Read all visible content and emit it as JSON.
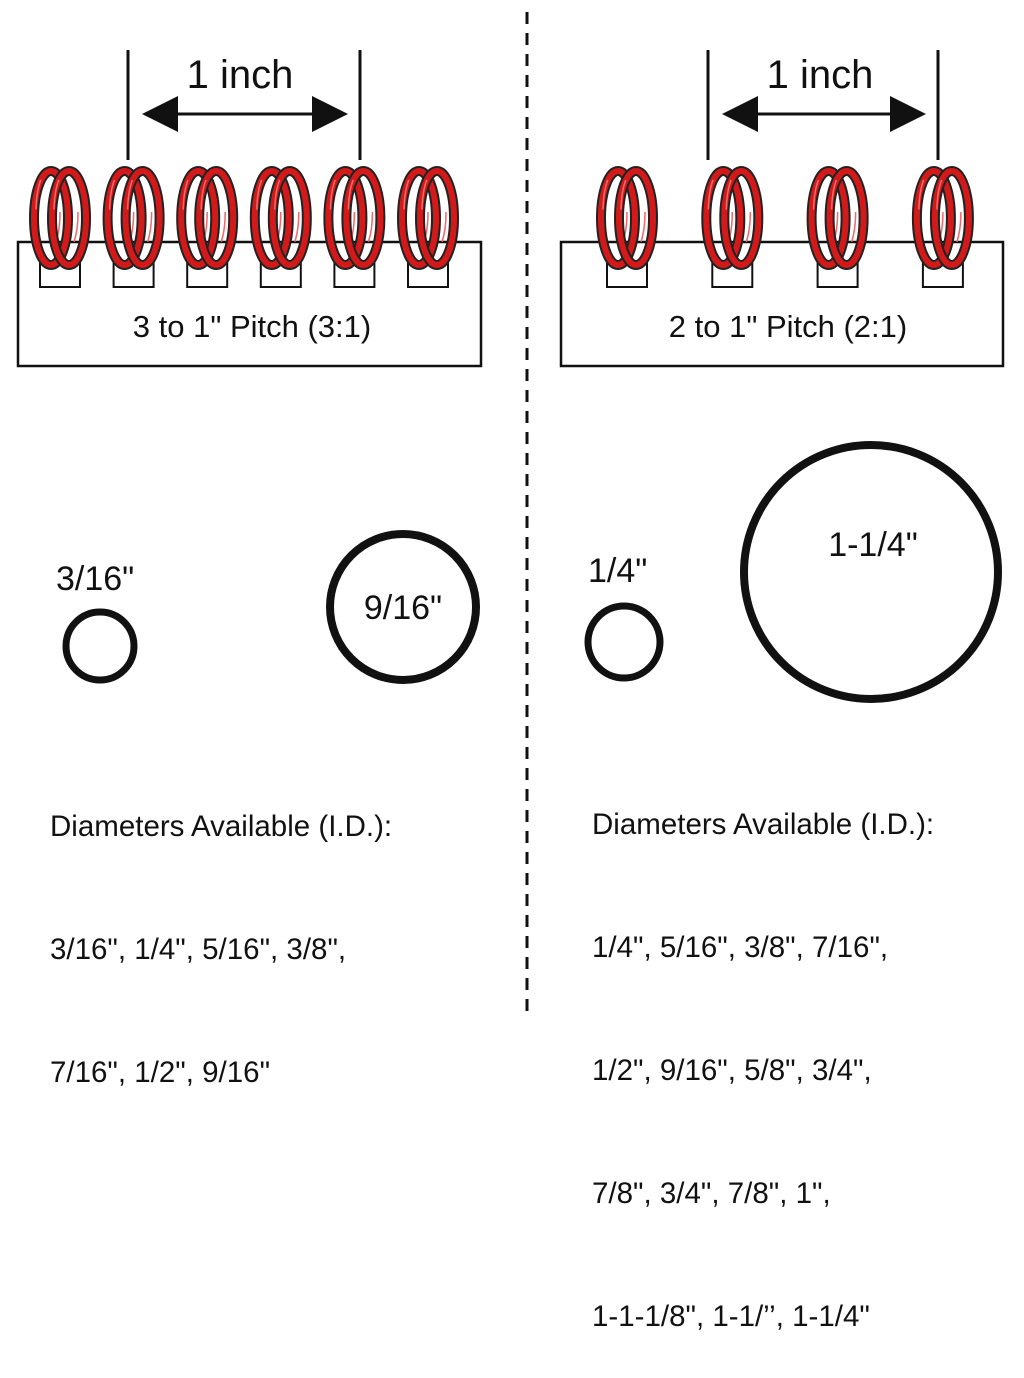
{
  "colors": {
    "coil": "#d21a1a",
    "ink": "#111111"
  },
  "left": {
    "dimension_label": "1 inch",
    "pitch_label": "3 to 1\" Pitch (3:1)",
    "coil_count": 6,
    "small_ring_label": "3/16\"",
    "large_ring_label": "9/16\"",
    "diameters_heading": "Diameters Available (I.D.):",
    "diameters_lines": [
      "3/16\", 1/4\", 5/16\", 3/8\",",
      "7/16\", 1/2\", 9/16\""
    ]
  },
  "right": {
    "dimension_label": "1 inch",
    "pitch_label": "2 to 1\" Pitch (2:1)",
    "coil_count": 4,
    "small_ring_label": "1/4\"",
    "large_ring_label": "1-1/4\"",
    "diameters_heading": "Diameters Available (I.D.):",
    "diameters_lines": [
      "1/4\", 5/16\", 3/8\", 7/16\",",
      "1/2\", 9/16\", 5/8\", 3/4\",",
      "7/8\", 3/4\", 7/8\", 1\",",
      "1-1-1/8\", 1-1/’’, 1-1/4\""
    ]
  }
}
